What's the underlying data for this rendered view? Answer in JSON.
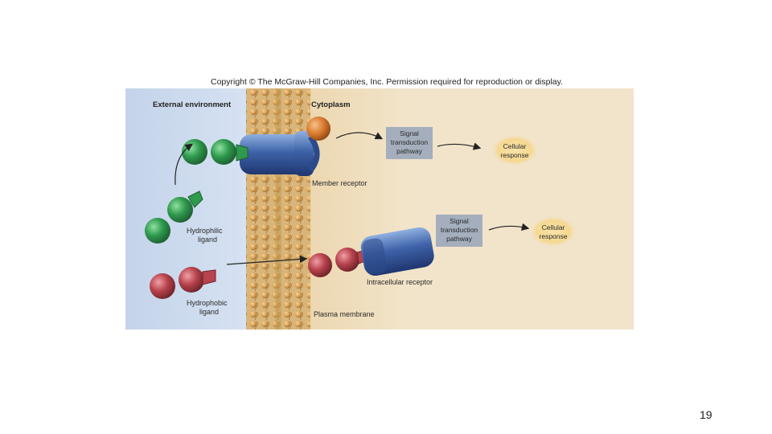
{
  "copyright": "Copyright © The McGraw-Hill Companies, Inc. Permission required for reproduction or display.",
  "figure": {
    "external_environment": "External environment",
    "cytoplasm": "Cytoplasm",
    "membrane_receptor": "Member receptor",
    "intracellular_receptor": "Intracellular receptor",
    "plasma_membrane": "Plasma membrane",
    "hydrophilic_ligand": [
      "Hydrophilic",
      "ligand"
    ],
    "hydrophobic_ligand": [
      "Hydrophobic",
      "ligand"
    ],
    "signal_pathway_top": [
      "Signal",
      "transduction",
      "pathway"
    ],
    "signal_pathway_bottom": [
      "Signal",
      "transduction",
      "pathway"
    ],
    "cellular_response_top": [
      "Cellular",
      "response"
    ],
    "cellular_response_bottom": [
      "Cellular",
      "response"
    ],
    "colors": {
      "external": "#c9d8ec",
      "cytoplasm": "#efe1c6",
      "receptor": "#3e62a8",
      "hydrophilic": "#2f9a4e",
      "hydrophobic": "#b8434d",
      "pathway_box": "#a4aebd",
      "response": "#f5d890"
    }
  },
  "page_number": "19"
}
